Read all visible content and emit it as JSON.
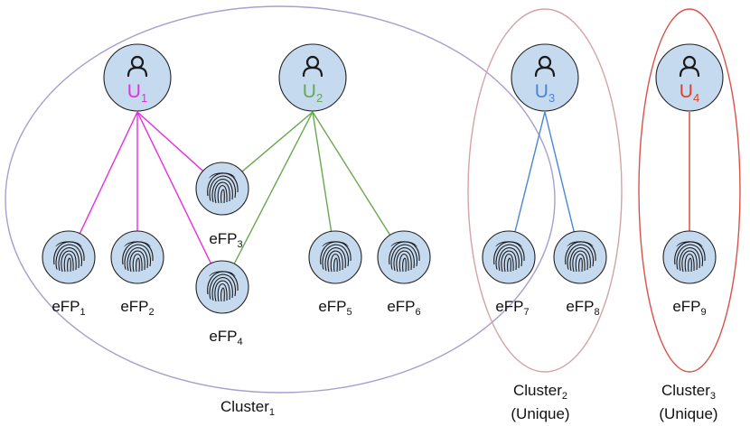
{
  "colors": {
    "node_fill": "#c5d9ef",
    "node_stroke": "#222222",
    "cluster1_ellipse": "#a99fcf",
    "cluster2_ellipse": "#d3a3a8",
    "cluster3_ellipse": "#d9534a",
    "u1": "#e62ee0",
    "u2": "#6aa84f",
    "u3": "#4a86d8",
    "u4": "#d9432e"
  },
  "users": [
    {
      "id": "u1",
      "base": "U",
      "sub": "1",
      "icon": "user-icon"
    },
    {
      "id": "u2",
      "base": "U",
      "sub": "2",
      "icon": "user-icon"
    },
    {
      "id": "u3",
      "base": "U",
      "sub": "3",
      "icon": "user-icon"
    },
    {
      "id": "u4",
      "base": "U",
      "sub": "4",
      "icon": "user-icon"
    }
  ],
  "fingerprints": [
    {
      "id": "efp1",
      "base": "eFP",
      "sub": "1",
      "icon": "fingerprint-icon"
    },
    {
      "id": "efp2",
      "base": "eFP",
      "sub": "2",
      "icon": "fingerprint-icon"
    },
    {
      "id": "efp3",
      "base": "eFP",
      "sub": "3",
      "icon": "fingerprint-icon"
    },
    {
      "id": "efp4",
      "base": "eFP",
      "sub": "4",
      "icon": "fingerprint-icon"
    },
    {
      "id": "efp5",
      "base": "eFP",
      "sub": "5",
      "icon": "fingerprint-icon"
    },
    {
      "id": "efp6",
      "base": "eFP",
      "sub": "6",
      "icon": "fingerprint-icon"
    },
    {
      "id": "efp7",
      "base": "eFP",
      "sub": "7",
      "icon": "fingerprint-icon"
    },
    {
      "id": "efp8",
      "base": "eFP",
      "sub": "8",
      "icon": "fingerprint-icon"
    },
    {
      "id": "efp9",
      "base": "eFP",
      "sub": "9",
      "icon": "fingerprint-icon"
    }
  ],
  "edges": [
    {
      "from": "u1",
      "to": [
        "efp1",
        "efp2",
        "efp3",
        "efp4"
      ]
    },
    {
      "from": "u2",
      "to": [
        "efp3",
        "efp4",
        "efp5",
        "efp6"
      ]
    },
    {
      "from": "u3",
      "to": [
        "efp7",
        "efp8"
      ]
    },
    {
      "from": "u4",
      "to": [
        "efp9"
      ]
    }
  ],
  "clusters": [
    {
      "id": "cluster1",
      "base": "Cluster",
      "sub": "1",
      "note": ""
    },
    {
      "id": "cluster2",
      "base": "Cluster",
      "sub": "2",
      "note": "(Unique)"
    },
    {
      "id": "cluster3",
      "base": "Cluster",
      "sub": "3",
      "note": "(Unique)"
    }
  ]
}
